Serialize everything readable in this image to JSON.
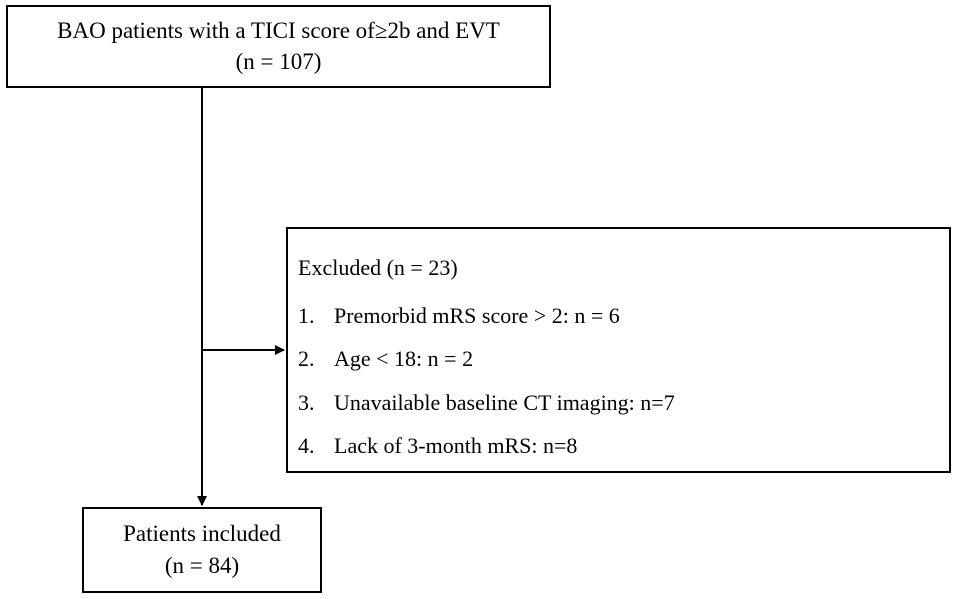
{
  "top_box": {
    "line1": "BAO patients with a TICI score of≥2b and EVT",
    "line2": "(n = 107)"
  },
  "excluded_box": {
    "title": "Excluded (n = 23)",
    "items": [
      {
        "num": "1.",
        "text": "Premorbid mRS score > 2: n = 6"
      },
      {
        "num": "2.",
        "text": "Age < 18: n = 2"
      },
      {
        "num": "3.",
        "text": "Unavailable baseline CT imaging: n=7"
      },
      {
        "num": "4.",
        "text": "Lack of 3-month mRS: n=8"
      }
    ]
  },
  "bottom_box": {
    "line1": "Patients included",
    "line2": "(n = 84)"
  },
  "colors": {
    "stroke": "#000000",
    "background": "#ffffff"
  }
}
